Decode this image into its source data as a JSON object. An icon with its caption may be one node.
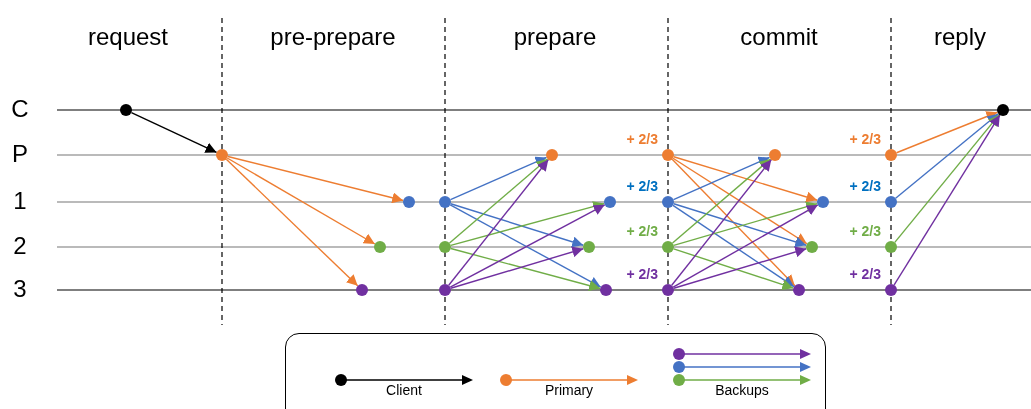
{
  "diagram": {
    "nodes": [
      {
        "text": [],
        "shape": "circle"
      },
      {
        "text": [],
        "shape": "circle"
      },
      {
        "text": [],
        "shape": "circle"
      },
      {
        "text": [],
        "shape": "circle"
      },
      {
        "text": [],
        "shape": "circle"
      },
      {
        "text": [],
        "shape": "circle"
      },
      {
        "text": [],
        "shape": "circle"
      },
      {
        "text": [],
        "shape": "circle"
      },
      {
        "text": [],
        "shape": "circle"
      },
      {
        "text": [],
        "shape": "circle"
      },
      {
        "text": [],
        "shape": "circle"
      },
      {
        "text": [],
        "shape": "circle"
      },
      {
        "text": [],
        "shape": "circle",
        "beside": [
          "+ 2/3"
        ]
      },
      {
        "text": [],
        "shape": "circle",
        "beside": [
          "+ 2/3"
        ]
      },
      {
        "text": [],
        "shape": "circle",
        "beside": [
          "+ 2/3"
        ]
      },
      {
        "text": [],
        "shape": "circle",
        "beside": [
          "+ 2/3"
        ]
      },
      {
        "text": [],
        "shape": "circle"
      },
      {
        "text": [],
        "shape": "circle"
      },
      {
        "text": [],
        "shape": "circle"
      },
      {
        "text": [],
        "shape": "circle"
      },
      {
        "text": [],
        "shape": "circle",
        "beside": [
          "+ 2/3"
        ]
      },
      {
        "text": [],
        "shape": "circle",
        "beside": [
          "+ 2/3"
        ]
      },
      {
        "text": [],
        "shape": "circle",
        "beside": [
          "+ 2/3"
        ]
      },
      {
        "text": [],
        "shape": "circle",
        "beside": [
          "+ 2/3"
        ]
      },
      {
        "text": [],
        "shape": "circle"
      }
    ],
    "edges": [
      {
        "from": 0,
        "to": 1,
        "arrow": "to",
        "color": "#000000"
      },
      {
        "from": 1,
        "to": 4,
        "arrow": "to",
        "color": "#ed7d31"
      },
      {
        "from": 1,
        "to": 3,
        "arrow": "to",
        "color": "#ed7d31"
      },
      {
        "from": 1,
        "to": 2,
        "arrow": "to",
        "color": "#ed7d31"
      },
      {
        "from": 5,
        "to": 8,
        "arrow": "to",
        "color": "#4472c4"
      },
      {
        "from": 5,
        "to": 9,
        "arrow": "to",
        "color": "#4472c4"
      },
      {
        "from": 5,
        "to": 10,
        "arrow": "to",
        "color": "#4472c4"
      },
      {
        "from": 6,
        "to": 8,
        "arrow": "to",
        "color": "#70ad47"
      },
      {
        "from": 6,
        "to": 11,
        "arrow": "to",
        "color": "#70ad47"
      },
      {
        "from": 6,
        "to": 10,
        "arrow": "to",
        "color": "#70ad47"
      },
      {
        "from": 7,
        "to": 8,
        "arrow": "to",
        "color": "#7030a0"
      },
      {
        "from": 7,
        "to": 11,
        "arrow": "to",
        "color": "#7030a0"
      },
      {
        "from": 7,
        "to": 9,
        "arrow": "to",
        "color": "#7030a0"
      },
      {
        "from": 12,
        "to": 19,
        "arrow": "to",
        "color": "#ed7d31"
      },
      {
        "from": 12,
        "to": 18,
        "arrow": "to",
        "color": "#ed7d31"
      },
      {
        "from": 12,
        "to": 17,
        "arrow": "to",
        "color": "#ed7d31"
      },
      {
        "from": 13,
        "to": 16,
        "arrow": "to",
        "color": "#4472c4"
      },
      {
        "from": 13,
        "to": 18,
        "arrow": "to",
        "color": "#4472c4"
      },
      {
        "from": 13,
        "to": 17,
        "arrow": "to",
        "color": "#4472c4"
      },
      {
        "from": 14,
        "to": 16,
        "arrow": "to",
        "color": "#70ad47"
      },
      {
        "from": 14,
        "to": 19,
        "arrow": "to",
        "color": "#70ad47"
      },
      {
        "from": 14,
        "to": 17,
        "arrow": "to",
        "color": "#70ad47"
      },
      {
        "from": 15,
        "to": 16,
        "arrow": "to",
        "color": "#7030a0"
      },
      {
        "from": 15,
        "to": 19,
        "arrow": "to",
        "color": "#7030a0"
      },
      {
        "from": 15,
        "to": 18,
        "arrow": "to",
        "color": "#7030a0"
      },
      {
        "from": 20,
        "to": 24,
        "arrow": "to",
        "color": "#ed7d31"
      },
      {
        "from": 21,
        "to": 24,
        "arrow": "to",
        "color": "#4472c4"
      },
      {
        "from": 22,
        "to": 24,
        "arrow": "to",
        "color": "#70ad47"
      },
      {
        "from": 23,
        "to": 24,
        "arrow": "to",
        "color": "#7030a0"
      }
    ],
    "labels": [
      "request",
      "pre-prepare",
      "prepare",
      "commit",
      "reply",
      "C",
      "P",
      "1",
      "2",
      "3"
    ],
    "legend": [
      {
        "text": "Client"
      },
      {
        "text": "Primary"
      },
      {
        "text": "Backups"
      }
    ]
  }
}
